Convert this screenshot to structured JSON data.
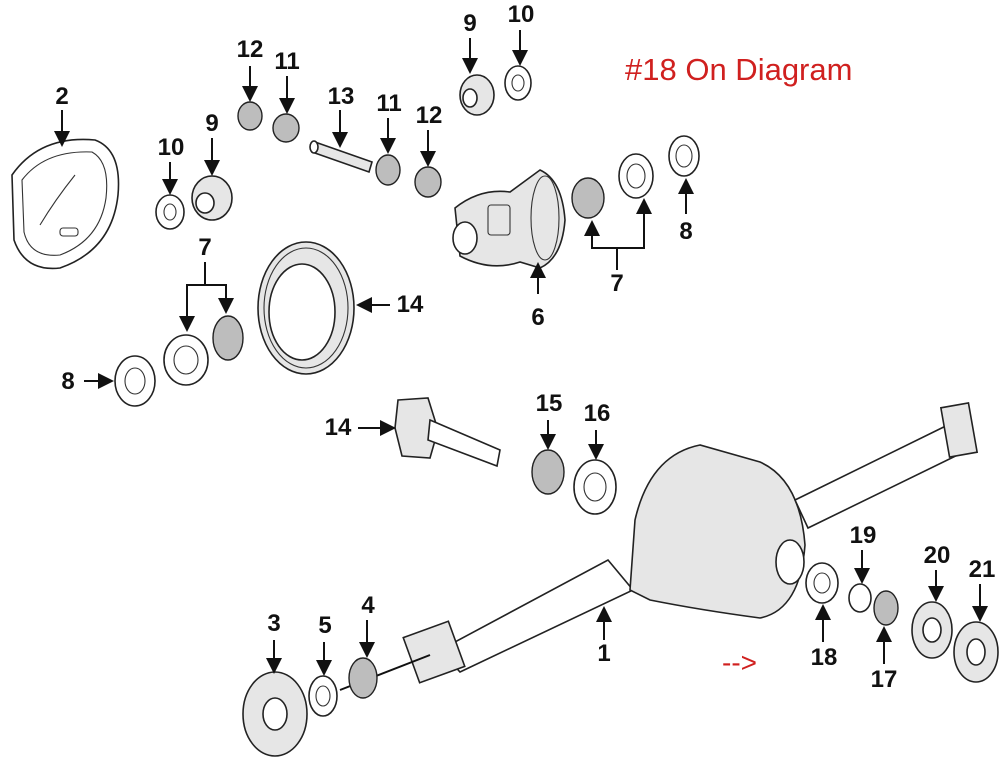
{
  "note": {
    "text": "#18 On Diagram",
    "arrow": "-->",
    "color": "#d0201f"
  },
  "callouts": {
    "c1": "1",
    "c2": "2",
    "c3": "3",
    "c4": "4",
    "c5": "5",
    "c6": "6",
    "c7a": "7",
    "c7b": "7",
    "c8a": "8",
    "c8b": "8",
    "c9a": "9",
    "c9b": "9",
    "c10a": "10",
    "c10b": "10",
    "c11a": "11",
    "c11b": "11",
    "c12a": "12",
    "c12b": "12",
    "c13": "13",
    "c14a": "14",
    "c14b": "14",
    "c15": "15",
    "c16": "16",
    "c17": "17",
    "c18": "18",
    "c19": "19",
    "c20": "20",
    "c21": "21"
  }
}
